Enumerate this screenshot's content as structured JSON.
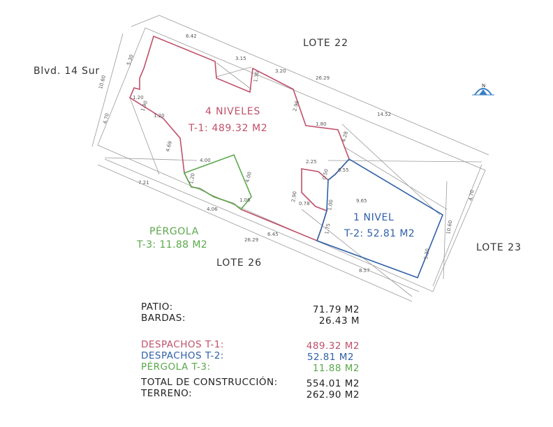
{
  "labels": {
    "street": "Blvd. 14 Sur",
    "lote22": "LOTE 22",
    "lote23": "LOTE 23",
    "lote26": "LOTE 26",
    "north": "N"
  },
  "zones": {
    "t1": {
      "title": "4 NIVELES",
      "area": "T-1: 489.32 M2",
      "color": "#c0506a"
    },
    "t2": {
      "title": "1 NIVEL",
      "area": "T-2: 52.81 M2",
      "color": "#2f5fa8"
    },
    "t3": {
      "title": "PÉRGOLA",
      "area": "T-3: 11.88 M2",
      "color": "#5aa84a"
    }
  },
  "dimensions": [
    "6.42",
    "5.30",
    "3.15",
    "3.20",
    "26.29",
    "1.30",
    "1.20",
    "1.90",
    "1.20",
    "4.70",
    "10.60",
    "2.96",
    "1.80",
    "4.28",
    "14.52",
    "4.69",
    "4.00",
    "1.20",
    "4.00",
    "1.06",
    "2.25",
    "0.50",
    "0.55",
    "7.21",
    "4.06",
    "6.45",
    "26.29",
    "2.90",
    "0.78",
    "1.00",
    "1.75",
    "9.65",
    "4.70",
    "10.60",
    "5.30",
    "8.57"
  ],
  "summary": {
    "patio_label": "PATIO:",
    "patio_value": "71.79 M2",
    "bardas_label": "BARDAS:",
    "bardas_value": "26.43 M",
    "t1_label": "DESPACHOS T-1:",
    "t1_value": "489.32 M2",
    "t2_label": "DESPACHOS T-2:",
    "t2_value": "52.81 M2",
    "t3_label": "PÉRGOLA T-3:",
    "t3_value": "11.88 M2",
    "total_label": "TOTAL DE CONSTRUCCIÓN:",
    "total_value": "554.01 M2",
    "terreno_label": "TERRENO:",
    "terreno_value": "262.90 M2"
  }
}
